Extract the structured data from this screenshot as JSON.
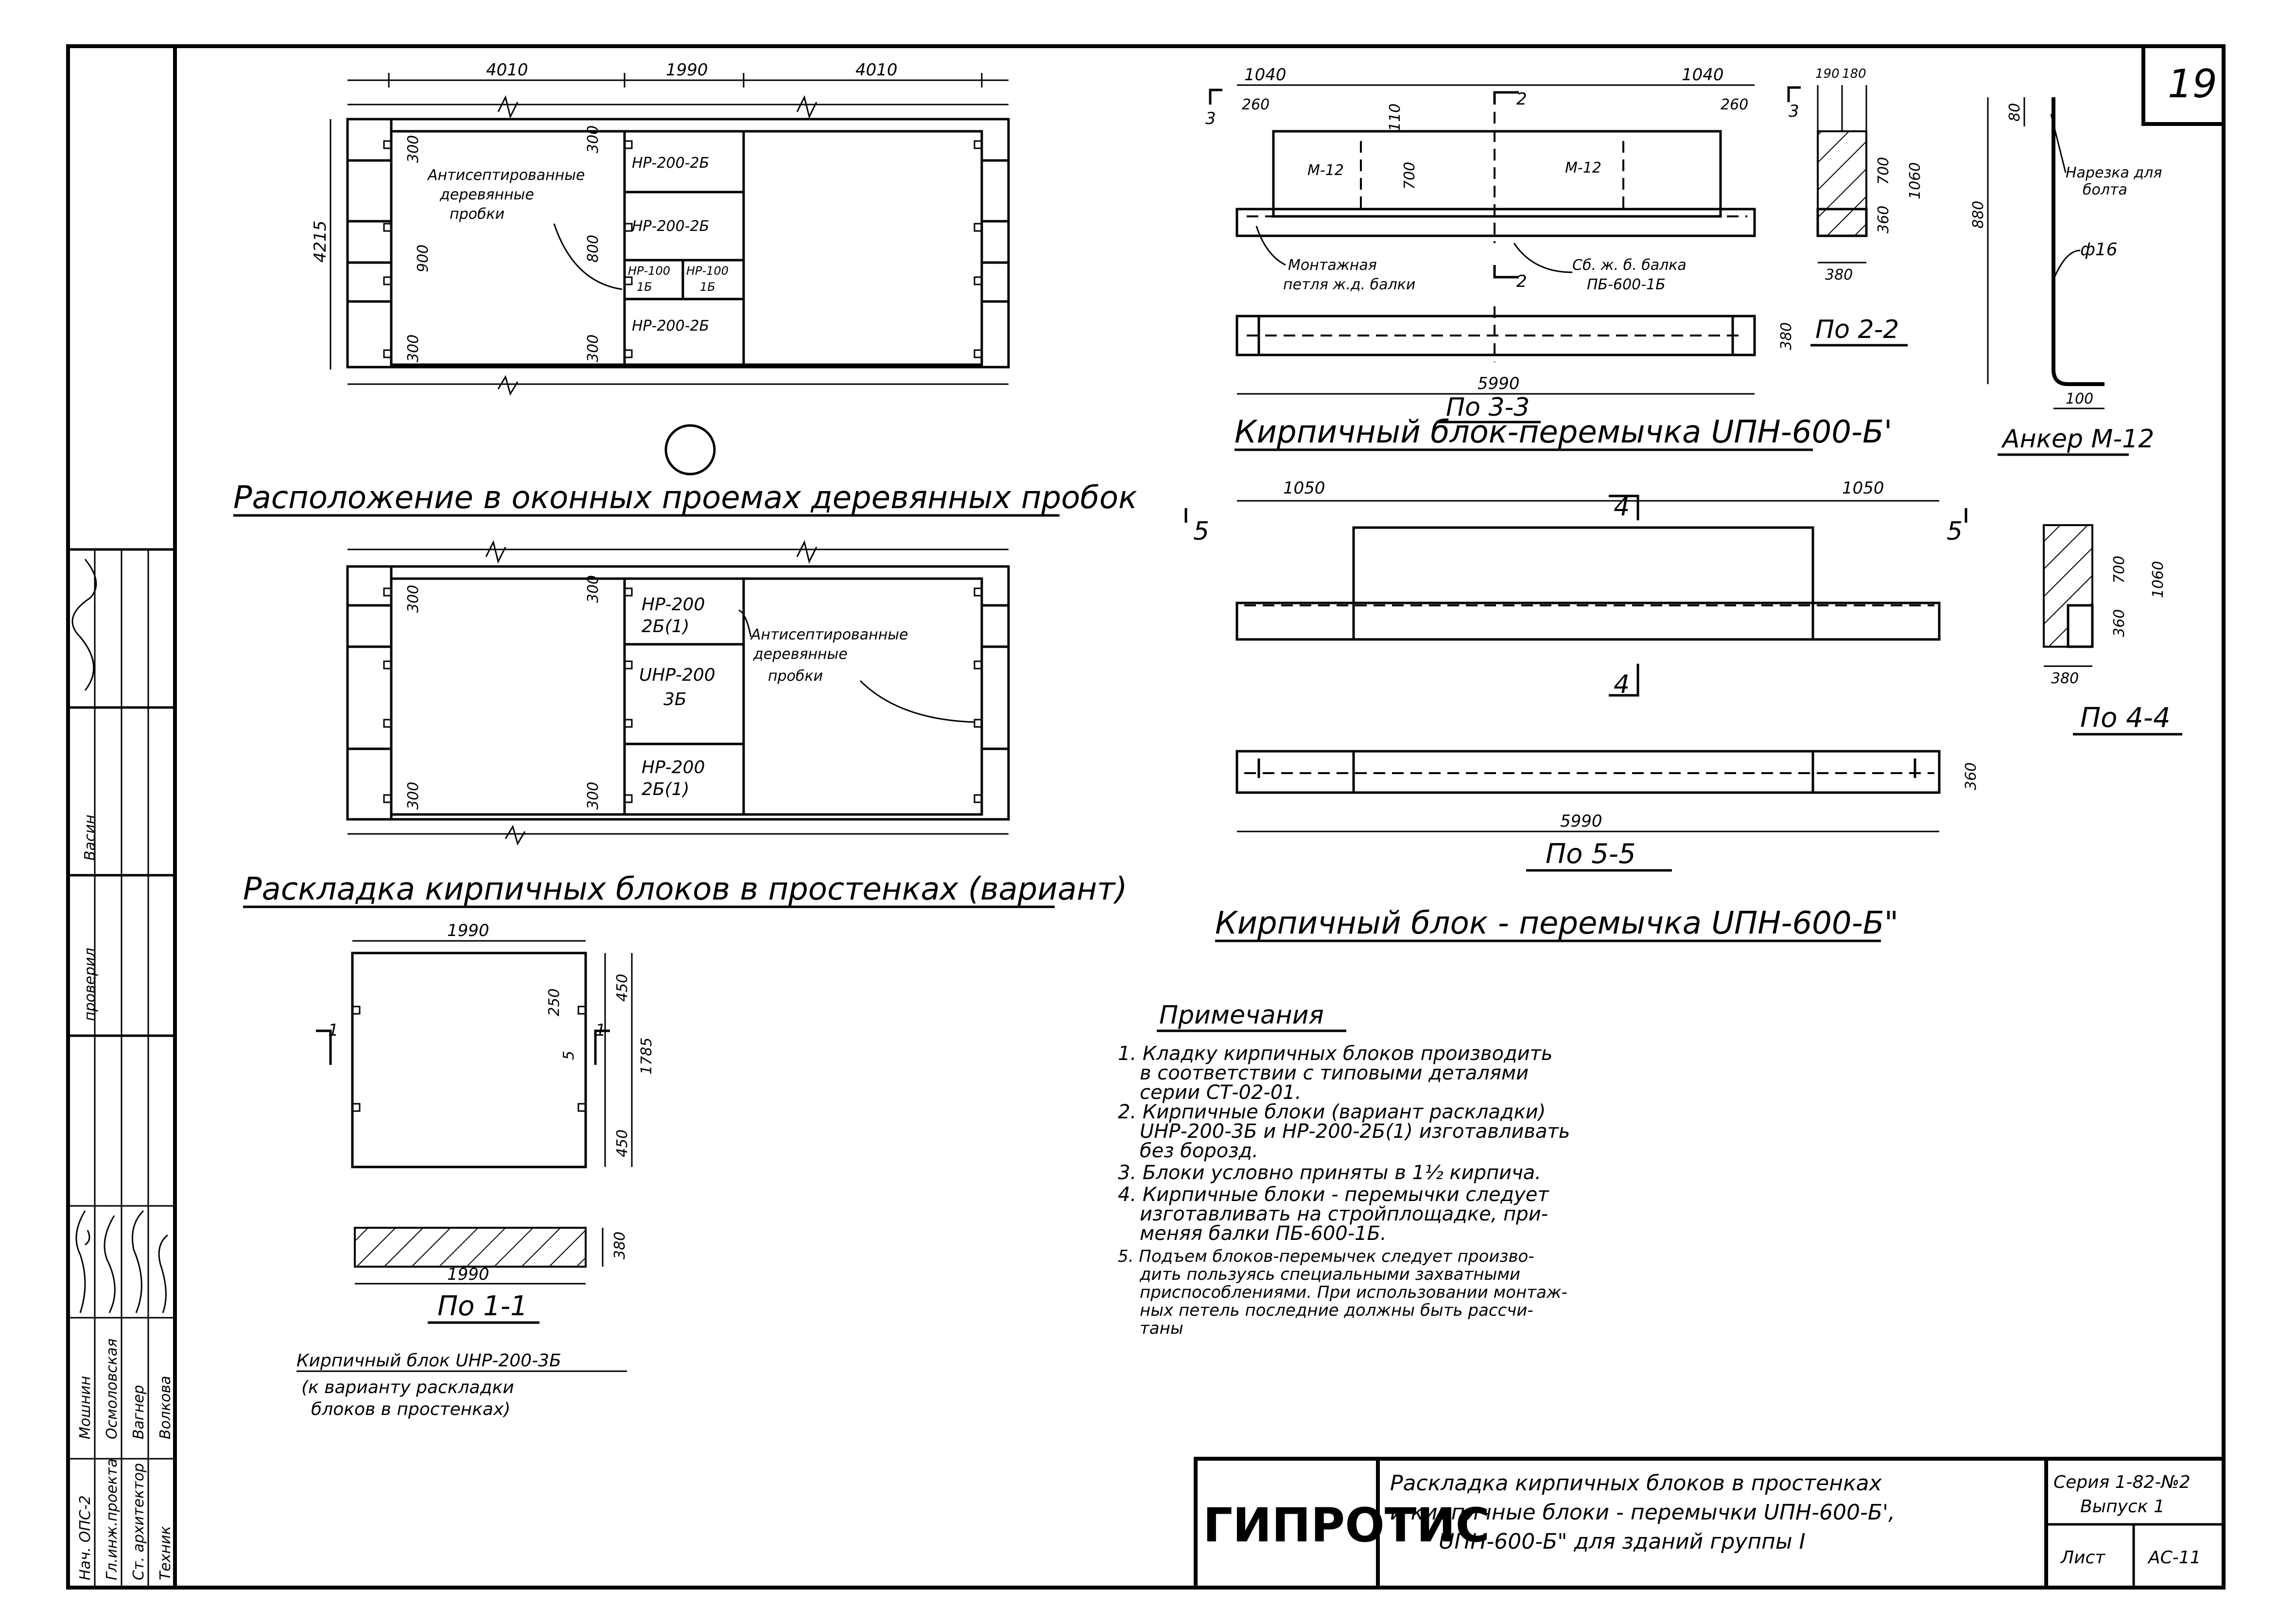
{
  "sheet_number": "19",
  "stamp": {
    "logo": "ГИПРОТИС",
    "title_line1": "Раскладка кирпичных блоков в простенках",
    "title_line2": "и кирпичные блоки - перемычки UПН-600-Б',",
    "title_line3": "UПН-600-Б\" для зданий группы I",
    "series": "Серия 1-82-№2",
    "issue": "Выпуск 1",
    "sheet_label": "Лист",
    "sheet_code": "АС-11"
  },
  "side_block": {
    "role_1": "Нач. ОПС-2",
    "name_1": "Мошнин",
    "role_2": "Гл.инж.проекта",
    "name_2": "Осмоловская",
    "role_3": "Ст. архитектор",
    "name_3": "Вагнер",
    "role_4": "Техник",
    "name_4": "Волкова",
    "checked_label": "проверил",
    "checked_name": "Васин"
  },
  "view1": {
    "title": "Расположение в оконных проемах деревянных пробок",
    "dims_top": [
      "4010",
      "1990",
      "4010"
    ],
    "dim_height": "4215",
    "dim_300a": "300",
    "dim_300b": "300",
    "dim_900": "900",
    "dim_800": "800",
    "dim_300c": "300",
    "dim_300d": "300",
    "block_1": "НР-200-2Б",
    "block_2": "НР-200-2Б",
    "block_3a": "НР-100",
    "block_3a2": "1Б",
    "block_3b": "НР-100",
    "block_3b2": "1Б",
    "block_4": "НР-200-2Б",
    "note_1": "Антисептированные",
    "note_2": "деревянные",
    "note_3": "пробки"
  },
  "view2": {
    "title": "Раскладка кирпичных блоков в простенках (вариант)",
    "dim_300a": "300",
    "dim_300b": "300",
    "dim_300c": "300",
    "dim_300d": "300",
    "block_1a": "НР-200",
    "block_1b": "2Б(1)",
    "block_2a": "UНР-200",
    "block_2b": "3Б",
    "block_3a": "НР-200",
    "block_3b": "2Б(1)",
    "note_1": "Антисептированные",
    "note_2": "деревянные",
    "note_3": "пробки"
  },
  "view3": {
    "dim_width": "1990",
    "dim_450a": "450",
    "dim_250": "250",
    "dim_1785": "1785",
    "dim_5": "5",
    "dim_450b": "450",
    "section_mark": "1",
    "section_mark_r": "1",
    "title": "По 1-1",
    "dim_bottom": "1990",
    "dim_380": "380",
    "caption_1": "Кирпичный блок UНР-200-3Б",
    "caption_2": "(к варианту раскладки",
    "caption_3": "блоков в простенках)"
  },
  "view4": {
    "dim_1040a": "1040",
    "dim_1040b": "1040",
    "dim_260a": "260",
    "dim_260b": "260",
    "dim_110": "110",
    "dim_700": "700",
    "m12a": "М-12",
    "m12b": "М-12",
    "mark_3l": "3",
    "mark_2": "2",
    "mark_2b": "2",
    "label_loop_1": "Монтажная",
    "label_loop_2": "петля ж.д. балки",
    "label_beam_1": "Сб. ж. б. балка",
    "label_beam_2": "ПБ-600-1Б",
    "dim_380": "380",
    "dim_5990": "5990",
    "title_33": "По 3-3",
    "title": "Кирпичный блок-перемычка UПН-600-Б'",
    "mark_3r": "3",
    "dim_190a": "190",
    "dim_180": "180",
    "dim_700r": "700",
    "dim_1060": "1060",
    "dim_360": "360",
    "dim_380r": "380",
    "title_22": "По 2-2"
  },
  "anchor": {
    "dim_80": "80",
    "dim_880": "880",
    "label_1": "Нарезка для",
    "label_2": "болта",
    "dia": "ф16",
    "dim_100": "100",
    "title": "Анкер М-12"
  },
  "view5": {
    "dim_1050a": "1050",
    "dim_1050b": "1050",
    "mark_5l": "5",
    "mark_5r": "5",
    "mark_4t": "4",
    "mark_4b": "4",
    "dim_360": "360",
    "dim_5990": "5990",
    "title_55": "По 5-5",
    "title": "Кирпичный блок - перемычка UПН-600-Б\"",
    "dim_700": "700",
    "dim_1060": "1060",
    "dim_360r": "360",
    "dim_380": "380",
    "title_44": "По 4-4"
  },
  "notes": {
    "heading": "Примечания",
    "lines": [
      "1. Кладку кирпичных блоков производить",
      "в соответствии с типовыми деталями",
      "серии СТ-02-01.",
      "2. Кирпичные блоки (вариант раскладки)",
      "UНР-200-3Б и НР-200-2Б(1) изготавливать",
      "без борозд.",
      "3. Блоки условно приняты в 1½ кирпича.",
      "4. Кирпичные блоки - перемычки следует",
      "изготавливать на стройплощадке, при-",
      "меняя балки ПБ-600-1Б.",
      "5. Подъем блоков-перемычек следует произво-",
      "дить пользуясь специальными захватными",
      "приспособлениями. При использовании монтаж-",
      "ных петель последние должны быть рассчи-",
      "таны"
    ]
  }
}
